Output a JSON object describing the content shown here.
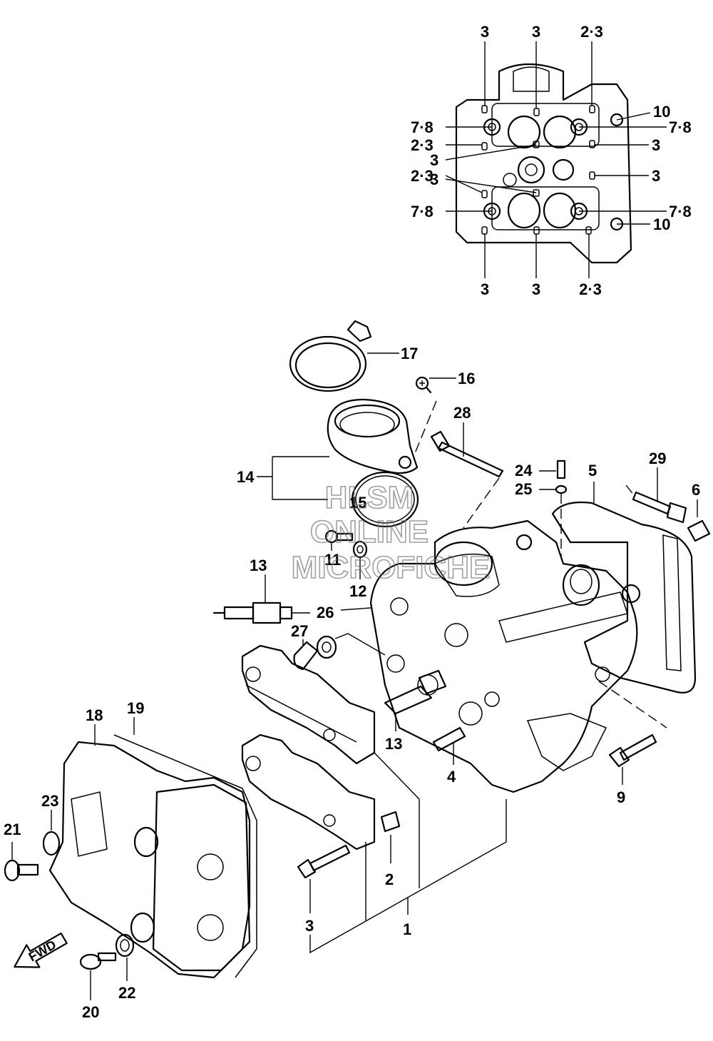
{
  "top_view_callouts": {
    "top_left": "3",
    "top_mid": "3",
    "top_right": "2·3",
    "r1": "10",
    "l1": "7·8",
    "r2": "7·8",
    "l2": "2·3",
    "r3": "3",
    "l3": "3",
    "l4": "3",
    "l5": "2·3",
    "r4": "3",
    "l6": "7·8",
    "r5": "7·8",
    "r6": "10",
    "bottom_left": "3",
    "bottom_mid": "3",
    "bottom_right": "2·3"
  },
  "parts": {
    "p1": "1",
    "p2": "2",
    "p3": "3",
    "p4": "4",
    "p5": "5",
    "p6": "6",
    "p9": "9",
    "p11": "11",
    "p12": "12",
    "p13a": "13",
    "p13b": "13",
    "p14": "14",
    "p15": "15",
    "p16": "16",
    "p17": "17",
    "p18": "18",
    "p19": "19",
    "p20": "20",
    "p21": "21",
    "p22": "22",
    "p23": "23",
    "p24": "24",
    "p25": "25",
    "p26": "26",
    "p27": "27",
    "p28": "28",
    "p29": "29"
  },
  "watermark": {
    "line1": "HLSM",
    "line2": "ONLINE",
    "line3": "MICROFICHE"
  },
  "fwd_label": "FWD"
}
